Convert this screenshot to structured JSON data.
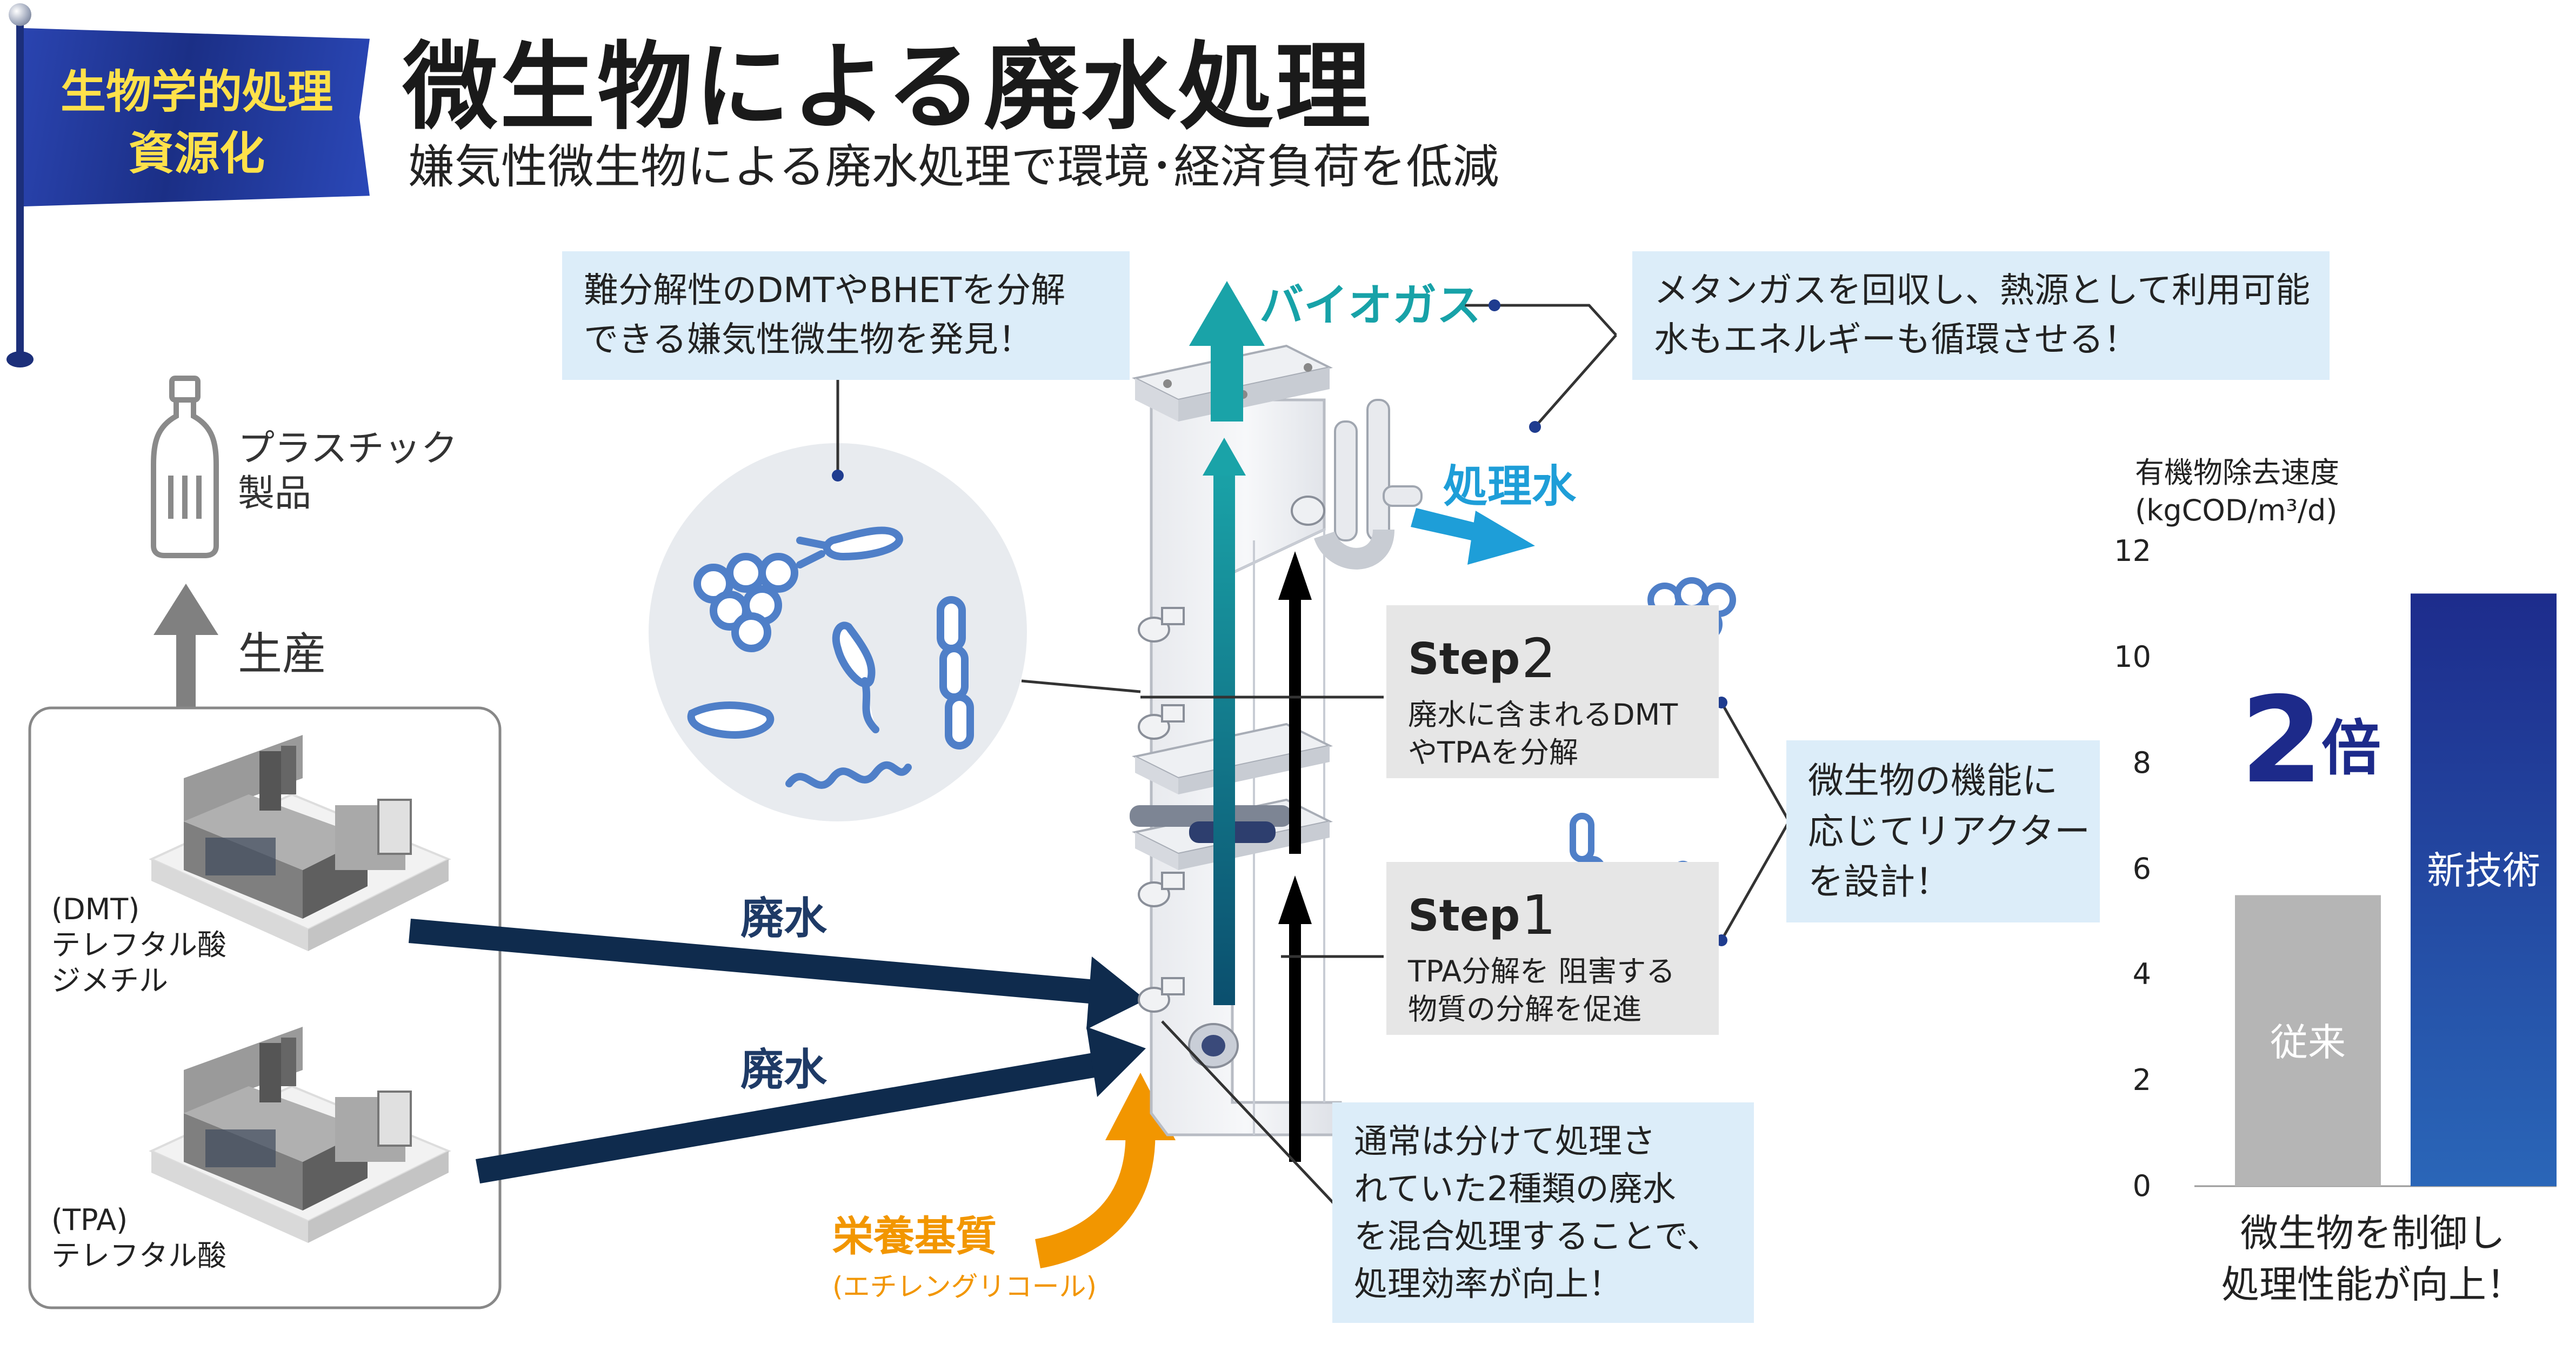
{
  "flag": {
    "line1": "生物学的処理",
    "line2": "資源化"
  },
  "title": "微生物による廃水処理",
  "subtitle": "嫌気性微生物による廃水処理で環境･経済負荷を低減",
  "left": {
    "product": "プラスチック\n製品",
    "production": "生産",
    "factory1": "(DMT)\nテレフタル酸\nジメチル",
    "factory2": "(TPA)\nテレフタル酸"
  },
  "arrows": {
    "wastewater1": "廃水",
    "wastewater2": "廃水",
    "nutrient": "栄養基質",
    "nutrient_sub": "(エチレングリコール)"
  },
  "reactor": {
    "biogas": "バイオガス",
    "treated_water": "処理水"
  },
  "callouts": {
    "discovery": "難分解性のDMTやBHETを分解\nできる嫌気性微生物を発見！",
    "methane": "メタンガスを回収し、熱源として利用可能\n水もエネルギーも循環させる！",
    "design": "微生物の機能に\n応じてリアクター\nを設計！",
    "mixing": "通常は分けて処理さ\nれていた2種類の廃水\nを混合処理することで、\n処理効率が向上！"
  },
  "steps": {
    "step2_title": "Step",
    "step2_num": "2",
    "step2_desc": "廃水に含まれるDMT\nやTPAを分解",
    "step1_title": "Step",
    "step1_num": "1",
    "step1_desc": "TPA分解を 阻害する\n物質の分解を促進"
  },
  "chart_data": {
    "type": "bar",
    "ylabel": "有機物除去速度\n(kgCOD/m³/d)",
    "ylim": [
      0,
      12
    ],
    "yticks": [
      "0",
      "2",
      "4",
      "6",
      "8",
      "10",
      "12"
    ],
    "categories": [
      "従来",
      "新技術"
    ],
    "values": [
      5.5,
      11.2
    ],
    "colors": [
      "#b5b5b5",
      "#1f3c9c"
    ],
    "annotation_num": "2",
    "annotation_unit": "倍",
    "caption": "微生物を制御し\n処理性能が向上！"
  }
}
